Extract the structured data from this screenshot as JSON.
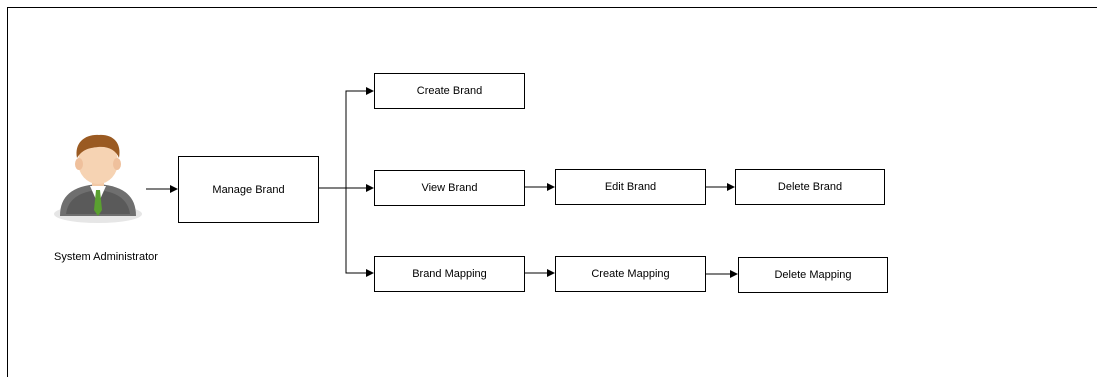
{
  "actor": {
    "label": "System Administrator",
    "icon": "system-administrator-avatar-icon"
  },
  "nodes": {
    "manage_brand": "Manage Brand",
    "create_brand": "Create Brand",
    "view_brand": "View Brand",
    "edit_brand": "Edit Brand",
    "delete_brand": "Delete Brand",
    "brand_mapping": "Brand Mapping",
    "create_mapping": "Create Mapping",
    "delete_mapping": "Delete Mapping"
  },
  "edges": [
    [
      "actor",
      "manage_brand"
    ],
    [
      "manage_brand",
      "create_brand"
    ],
    [
      "manage_brand",
      "view_brand"
    ],
    [
      "manage_brand",
      "brand_mapping"
    ],
    [
      "view_brand",
      "edit_brand"
    ],
    [
      "edit_brand",
      "delete_brand"
    ],
    [
      "brand_mapping",
      "create_mapping"
    ],
    [
      "create_mapping",
      "delete_mapping"
    ]
  ],
  "colors": {
    "line": "#000000",
    "box_border": "#000000",
    "background": "#ffffff"
  }
}
